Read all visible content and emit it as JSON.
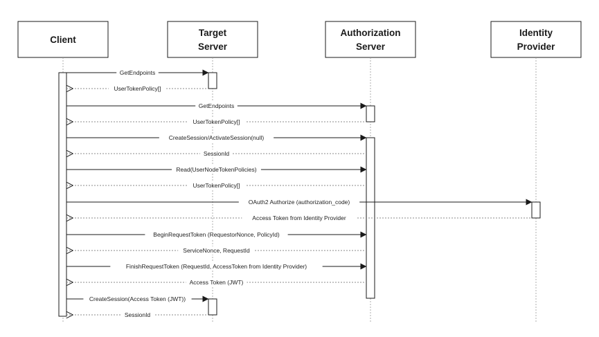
{
  "actors": [
    {
      "id": "client",
      "lines": [
        "Client"
      ]
    },
    {
      "id": "target",
      "lines": [
        "Target",
        "Server"
      ]
    },
    {
      "id": "auth",
      "lines": [
        "Authorization",
        "Server"
      ]
    },
    {
      "id": "idp",
      "lines": [
        "Identity",
        "Provider"
      ]
    }
  ],
  "messages": [
    {
      "from": "client",
      "to": "target",
      "label": "GetEndpoints",
      "type": "call"
    },
    {
      "from": "target",
      "to": "client",
      "label": "UserTokenPolicy[]",
      "type": "return"
    },
    {
      "from": "client",
      "to": "auth",
      "label": "GetEndpoints",
      "type": "call"
    },
    {
      "from": "auth",
      "to": "client",
      "label": "UserTokenPolicy[]",
      "type": "return"
    },
    {
      "from": "client",
      "to": "auth",
      "label": "CreateSession/ActivateSession(null)",
      "type": "call"
    },
    {
      "from": "auth",
      "to": "client",
      "label": "SessionId",
      "type": "return"
    },
    {
      "from": "client",
      "to": "auth",
      "label": "Read(UserNodeTokenPolicies)",
      "type": "call"
    },
    {
      "from": "auth",
      "to": "client",
      "label": "UserTokenPolicy[]",
      "type": "return"
    },
    {
      "from": "client",
      "to": "idp",
      "label": "OAuth2 Authorize (authorization_code)",
      "type": "call"
    },
    {
      "from": "idp",
      "to": "client",
      "label": "Access Token from Identity Provider",
      "type": "return"
    },
    {
      "from": "client",
      "to": "auth",
      "label": "BeginRequestToken (RequestorNonce, PolicyId)",
      "type": "call"
    },
    {
      "from": "auth",
      "to": "client",
      "label": "ServiceNonce, RequestId",
      "type": "return"
    },
    {
      "from": "client",
      "to": "auth",
      "label": "FinishRequestToken (RequestId, AccessToken from Identity Provider)",
      "type": "call"
    },
    {
      "from": "auth",
      "to": "client",
      "label": "Access Token (JWT)",
      "type": "return"
    },
    {
      "from": "client",
      "to": "target",
      "label": "CreateSession(Access Token (JWT))",
      "type": "call"
    },
    {
      "from": "target",
      "to": "client",
      "label": "SessionId",
      "type": "return"
    }
  ],
  "colors": {
    "line": "#1a1a1a",
    "lifeline": "#9a9a9a",
    "box_fill": "#ffffff"
  }
}
